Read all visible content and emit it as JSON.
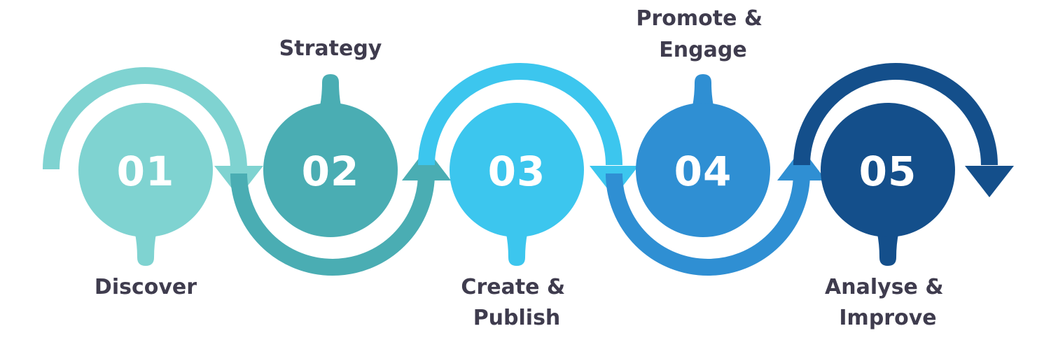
{
  "diagram": {
    "steps": [
      {
        "number": "01",
        "label_lines": [
          "Discover"
        ],
        "color": "#7fd3d1"
      },
      {
        "number": "02",
        "label_lines": [
          "Strategy"
        ],
        "color": "#4aadb3"
      },
      {
        "number": "03",
        "label_lines": [
          "Create &",
          "Publish"
        ],
        "color": "#3cc6ee"
      },
      {
        "number": "04",
        "label_lines": [
          "Promote &",
          "Engage"
        ],
        "color": "#2f8fd3"
      },
      {
        "number": "05",
        "label_lines": [
          "Analyse &",
          "Improve"
        ],
        "color": "#144f8b"
      }
    ]
  }
}
